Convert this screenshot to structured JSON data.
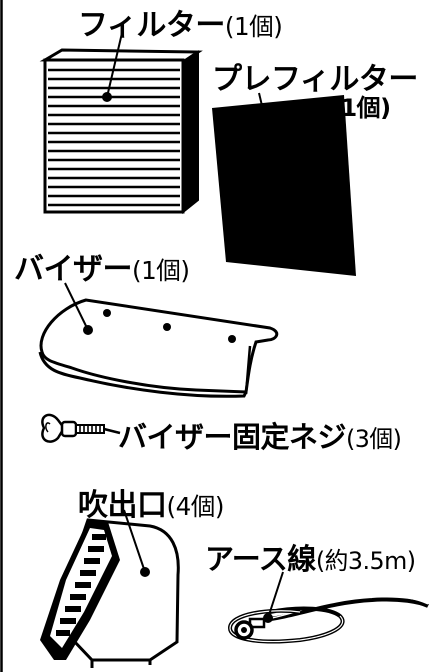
{
  "labels": {
    "filter": "フィルター",
    "filter_qty": "(1個)",
    "prefilter": "プレフィルター",
    "prefilter_qty": "(1個)",
    "visor": "バイザー",
    "visor_qty": "(1個)",
    "visor_screw": "バイザー固定ネジ",
    "visor_screw_qty": "(3個)",
    "outlet": "吹出口",
    "outlet_qty": "(4個)",
    "earth_wire": "アース線",
    "earth_wire_qty": "(約3.5m)"
  }
}
